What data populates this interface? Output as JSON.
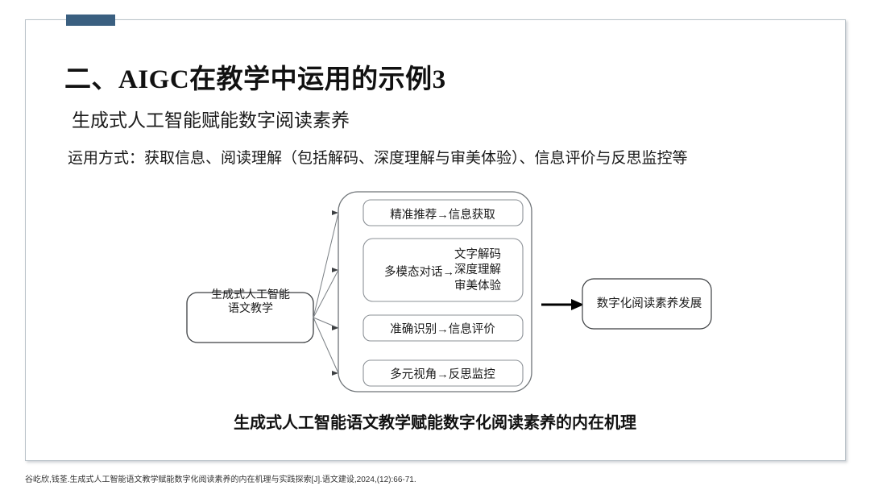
{
  "slide": {
    "title": "二、AIGC在教学中运用的示例3",
    "subtitle": "生成式人工智能赋能数字阅读素养",
    "method_line": "运用方式：获取信息、阅读理解（包括解码、深度理解与审美体验）、信息评价与反思监控等",
    "accent_color": "#3a5f80",
    "border_color": "#b9c2c8",
    "background": "#ffffff"
  },
  "diagram": {
    "source_box": {
      "line1": "生成式人工智能",
      "line2": "语文教学"
    },
    "branches": [
      {
        "text": "精准推荐→信息获取"
      },
      {
        "left": "多模态对话→",
        "right_lines": [
          "文字解码",
          "深度理解",
          "审美体验"
        ]
      },
      {
        "text": "准确识别→信息评价"
      },
      {
        "text": "多元视角→反思监控"
      }
    ],
    "output_box": {
      "line1": "数字化阅读素养发展"
    },
    "caption": "生成式人工智能语文教学赋能数字化阅读素养的内在机理",
    "stroke_color": "#6f7478",
    "arrow_color": "#000000"
  },
  "footnote": {
    "text": "谷屹欣,钱荃.生成式人工智能语文教学赋能数字化阅读素养的内在机理与实践探索[J].语文建设,2024,(12):66-71."
  }
}
